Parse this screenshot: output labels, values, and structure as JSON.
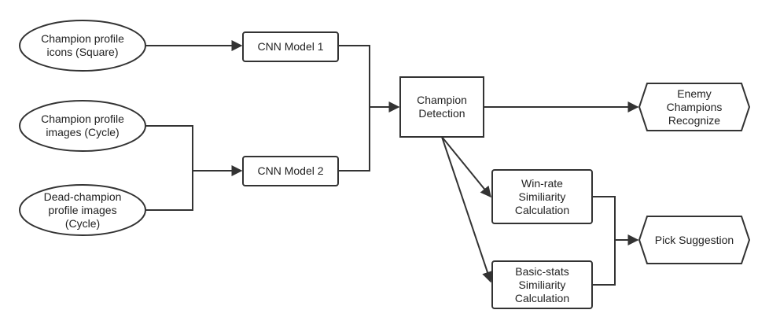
{
  "nodes": {
    "icons_square": "Champion profile\nicons (Square)",
    "images_cycle": "Champion profile\nimages (Cycle)",
    "dead_images": "Dead-champion\nprofile images\n(Cycle)",
    "cnn1": "CNN Model 1",
    "cnn2": "CNN Model 2",
    "detection": "Champion\nDetection",
    "enemy": "Enemy\nChampions\nRecognize",
    "winrate": "Win-rate\nSimiliarity\nCalculation",
    "basicstats": "Basic-stats\nSimiliarity\nCalculation",
    "pick": "Pick Suggestion"
  },
  "colors": {
    "stroke": "#333333",
    "text": "#222222",
    "fill": "#ffffff"
  }
}
